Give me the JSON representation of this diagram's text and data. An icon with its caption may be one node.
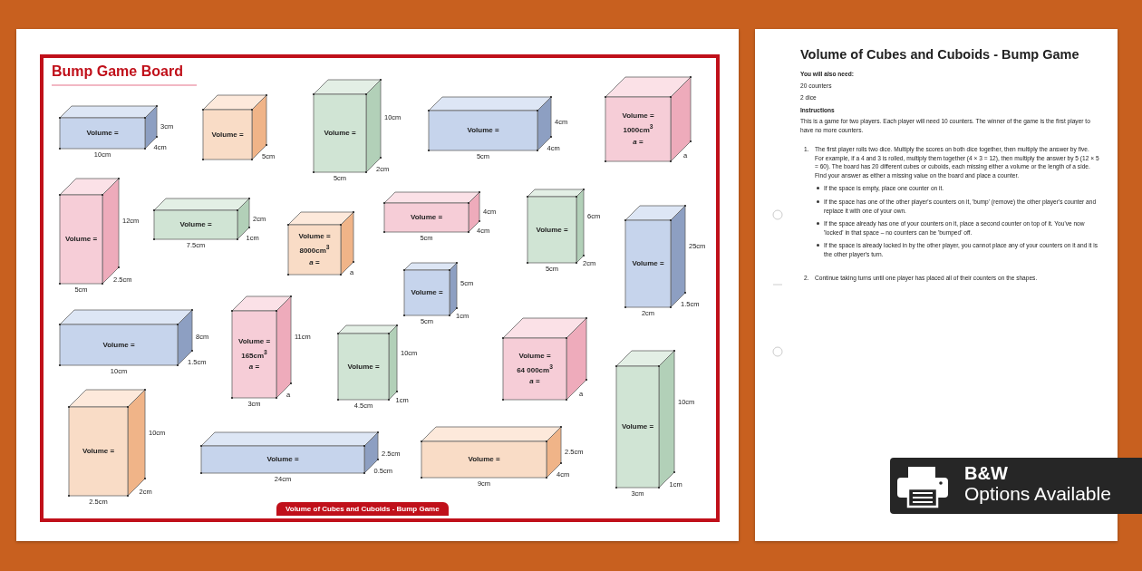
{
  "diagram": {
    "title": "Bump Game Board",
    "nodes": [
      {
        "text": [
          "Volume ="
        ],
        "beside": [
          "3cm",
          "4cm",
          "10cm"
        ]
      },
      {
        "text": [
          "Volume ="
        ],
        "beside": [
          "5cm"
        ]
      },
      {
        "text": [
          "Volume ="
        ],
        "beside": [
          "10cm",
          "2cm",
          "5cm"
        ]
      },
      {
        "text": [
          "Volume ="
        ],
        "beside": [
          "4cm",
          "4cm",
          "5cm"
        ]
      },
      {
        "text": [
          "Volume =",
          "1000cm$^{3}$",
          "*a* ="
        ],
        "beside": [
          "a"
        ]
      },
      {
        "text": [
          "Volume ="
        ],
        "beside": [
          "12cm",
          "2.5cm",
          "5cm"
        ]
      },
      {
        "text": [
          "Volume ="
        ],
        "beside": [
          "2cm",
          "1cm",
          "7.5cm"
        ]
      },
      {
        "text": [
          "Volume =",
          "8000cm$^{3}$",
          "*a* ="
        ],
        "beside": [
          "a"
        ]
      },
      {
        "text": [
          "Volume ="
        ],
        "beside": [
          "4cm",
          "4cm",
          "5cm"
        ]
      },
      {
        "text": [
          "Volume ="
        ],
        "beside": [
          "6cm",
          "2cm",
          "5cm"
        ]
      },
      {
        "text": [
          "Volume ="
        ],
        "beside": [
          "25cm",
          "1.5cm",
          "2cm"
        ]
      },
      {
        "text": [
          "Volume ="
        ],
        "beside": [
          "5cm",
          "1cm",
          "5cm"
        ]
      },
      {
        "text": [
          "Volume ="
        ],
        "beside": [
          "8cm",
          "1.5cm",
          "10cm"
        ]
      },
      {
        "text": [
          "Volume =",
          "165cm$^{3}$",
          "*a* ="
        ],
        "beside": [
          "11cm",
          "a",
          "3cm"
        ]
      },
      {
        "text": [
          "Volume ="
        ],
        "beside": [
          "10cm",
          "1cm",
          "4.5cm"
        ]
      },
      {
        "text": [
          "Volume =",
          "64 000cm$^{3}$",
          "*a* ="
        ],
        "beside": [
          "a"
        ]
      },
      {
        "text": [
          "Volume ="
        ],
        "beside": [
          "10cm",
          "2cm",
          "2.5cm"
        ]
      },
      {
        "text": [
          "Volume ="
        ],
        "beside": [
          "2.5cm",
          "0.5cm",
          "24cm"
        ]
      },
      {
        "text": [
          "Volume ="
        ],
        "beside": [
          "2.5cm",
          "4cm",
          "9cm"
        ]
      },
      {
        "text": [
          "Volume ="
        ],
        "beside": [
          "10cm",
          "1cm",
          "3cm"
        ]
      },
      {
        "text": [
          "B&W",
          "Options Available"
        ]
      }
    ],
    "labels": [
      "Volume of Cubes and Cuboids - Bump Game",
      "Volume of Cubes and Cuboids - Bump Game",
      "You will also need:",
      "20 counters",
      "2 dice",
      "Instructions",
      "This is a game for two players. Each player will need 10 counters. The winner of the game is the first player to have no more counters.",
      "1.",
      "The first player rolls two dice. Multiply the scores on both dice together, then multiply the answer by five. For example, if a 4 and 3 is rolled, multiply them together (4 × 3 = 12), then multiply the answer by 5 (12 × 5 = 60). The board has 20 different cubes or cuboids, each missing either a volume or the length of a side. Find your answer as either a missing value on the board and place a counter.",
      "If the space is empty, place one counter on it.",
      "If the space has one of the other player's counters on it, 'bump' (remove) the other player's counter and replace it with one of your own.",
      "If the space already has one of your counters on it, place a second counter on top of it. You've now 'locked' in that space – no counters can be 'bumped' off.",
      "If the space is already locked in by the other player, you cannot place any of your counters on it and it is the other player's turn.",
      "2.",
      "Continue taking turns until one player has placed all of their counters on the shapes."
    ]
  }
}
